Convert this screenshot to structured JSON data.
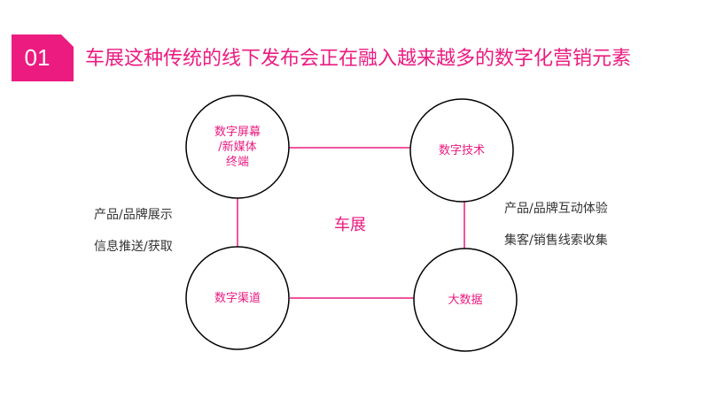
{
  "slide": {
    "number": "01",
    "title": "车展这种传统的线下发布会正在融入越来越多的数字化营销元素"
  },
  "diagram": {
    "center": "车展",
    "nodes": [
      {
        "id": "digital-screen",
        "label": "数字屏幕\n/新媒体\n终端"
      },
      {
        "id": "digital-tech",
        "label": "数字技术"
      },
      {
        "id": "digital-channel",
        "label": "数字渠道"
      },
      {
        "id": "big-data",
        "label": "大数据"
      }
    ],
    "left_notes": [
      "产品/品牌展示",
      "信息推送/获取"
    ],
    "right_notes": [
      "产品/品牌互动体验",
      "集客/销售线索收集"
    ]
  },
  "colors": {
    "accent": "#ec1b80",
    "circle_stroke": "#000000",
    "note_text": "#333333"
  }
}
